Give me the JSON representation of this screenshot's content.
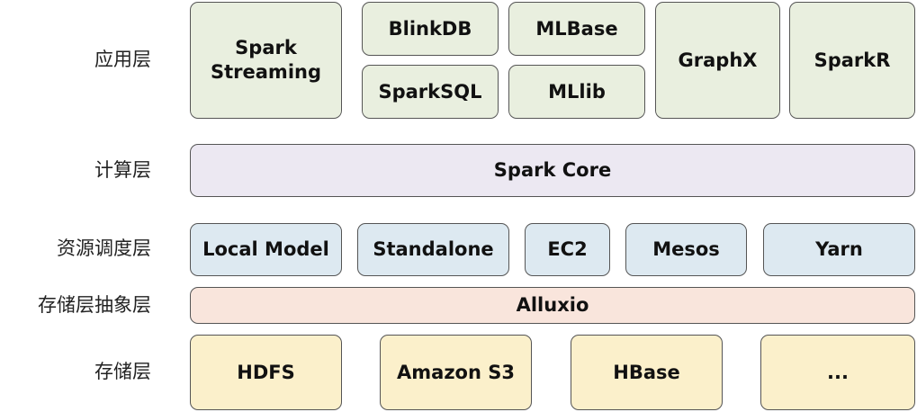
{
  "layers": {
    "application": {
      "label": "应用层",
      "items": {
        "spark_streaming": "Spark\nStreaming",
        "blinkdb": "BlinkDB",
        "mlbase": "MLBase",
        "sparksql": "SparkSQL",
        "mllib": "MLlib",
        "graphx": "GraphX",
        "sparkr": "SparkR"
      }
    },
    "compute": {
      "label": "计算层",
      "items": {
        "spark_core": "Spark Core"
      }
    },
    "resource_scheduling": {
      "label": "资源调度层",
      "items": {
        "local_model": "Local Model",
        "standalone": "Standalone",
        "ec2": "EC2",
        "mesos": "Mesos",
        "yarn": "Yarn"
      }
    },
    "storage_abstraction": {
      "label": "存储层抽象层",
      "items": {
        "alluxio": "Alluxio"
      }
    },
    "storage": {
      "label": "存储层",
      "items": {
        "hdfs": "HDFS",
        "amazon_s3": "Amazon S3",
        "hbase": "HBase",
        "more": "..."
      }
    }
  },
  "colors": {
    "application_fill": "#e9efdf",
    "compute_fill": "#ece8f2",
    "resource_fill": "#dde9f1",
    "abstraction_fill": "#f9e5dc",
    "storage_fill": "#fbf0cb",
    "border": "#555555"
  }
}
